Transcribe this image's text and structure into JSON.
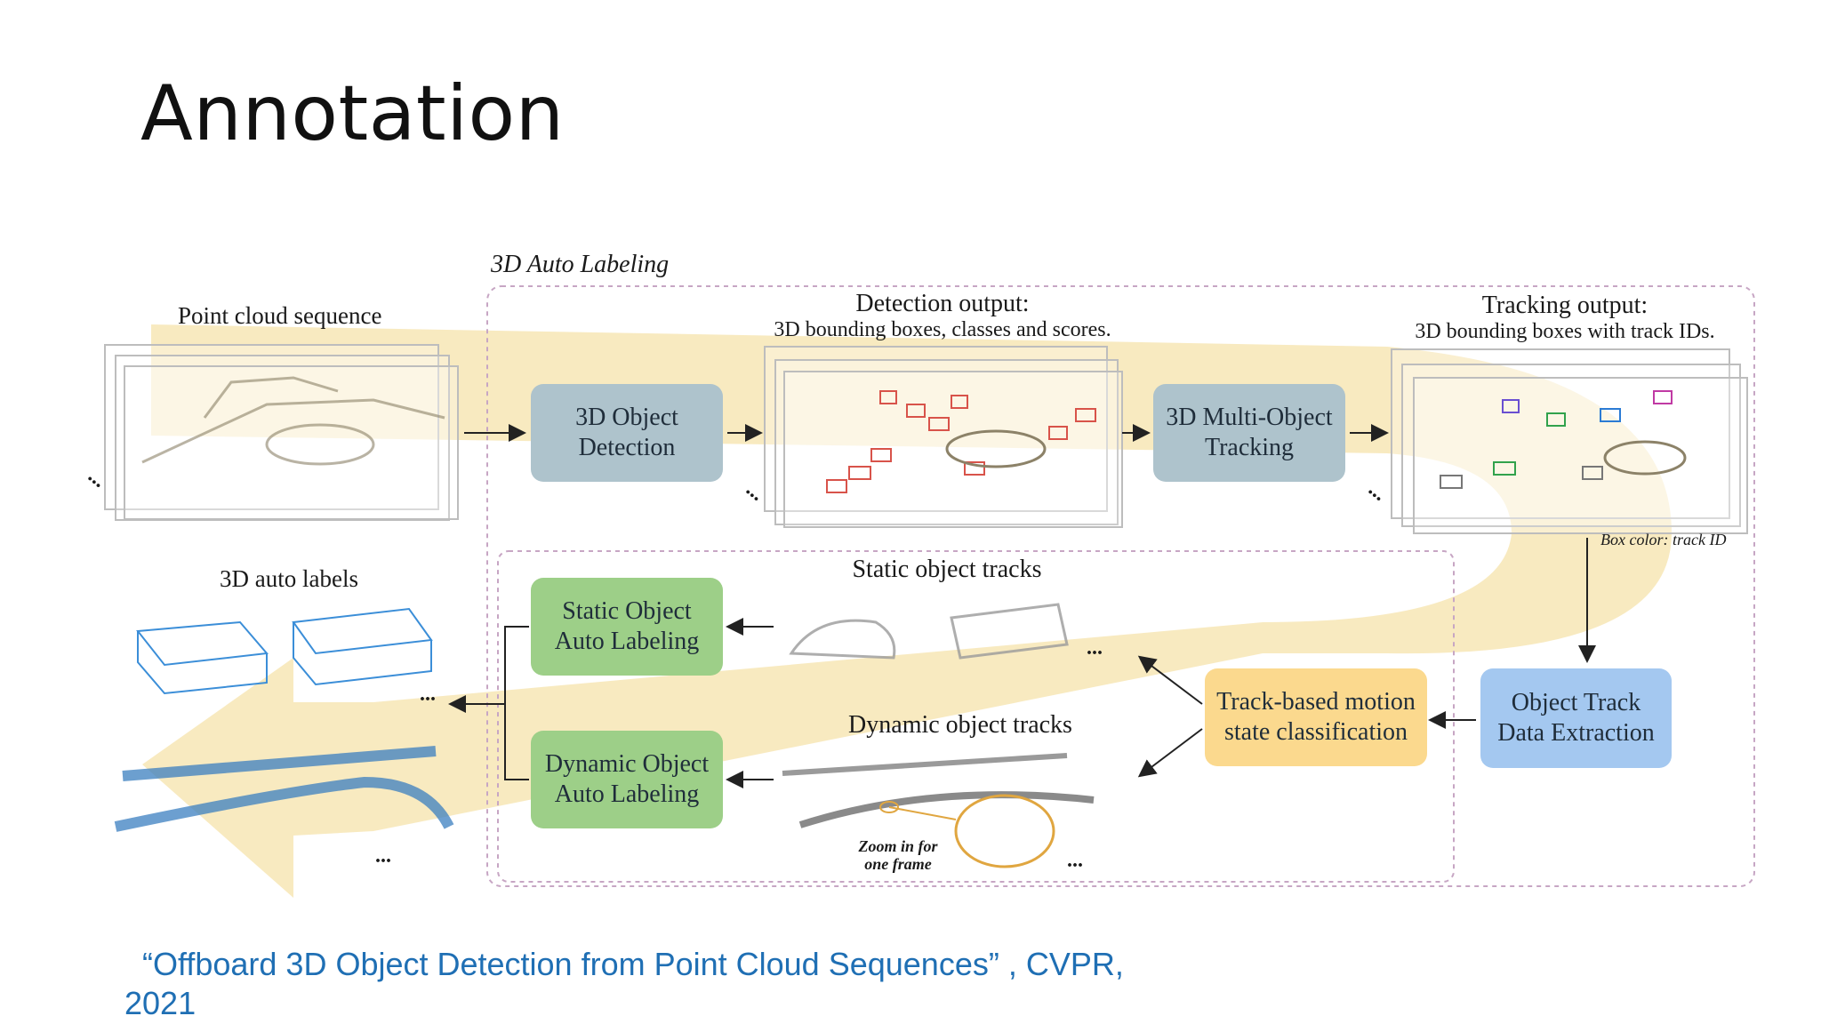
{
  "slide": {
    "title": "Annotation"
  },
  "diagram": {
    "group_label": "3D Auto Labeling",
    "point_cloud_label": "Point cloud sequence",
    "detection_output_title": "Detection output:",
    "detection_output_sub": "3D bounding boxes, classes and scores.",
    "tracking_output_title": "Tracking output:",
    "tracking_output_sub": "3D bounding boxes with track IDs.",
    "box_color_note": "Box color: track ID",
    "static_tracks_label": "Static object tracks",
    "dynamic_tracks_label": "Dynamic object tracks",
    "auto_labels_label": "3D auto labels",
    "zoom_note_1": "Zoom in for",
    "zoom_note_2": "one frame",
    "ellipsis": "...",
    "boxes": {
      "detection": [
        "3D Object",
        "Detection"
      ],
      "tracking": [
        "3D Multi-Object",
        "Tracking"
      ],
      "extraction": [
        "Object Track",
        "Data Extraction"
      ],
      "motion": [
        "Track-based motion",
        "state classification"
      ],
      "static_label": [
        "Static Object",
        "Auto Labeling"
      ],
      "dynamic_label": [
        "Dynamic Object",
        "Auto Labeling"
      ]
    },
    "colors": {
      "blue_grey": "#aec3cc",
      "green": "#9dcf88",
      "yellow": "#fbd98e",
      "light_blue": "#a4c8f0",
      "flow_arrow": "#f7e3a6"
    }
  },
  "citation": {
    "line1": "“Offboard 3D Object Detection from Point Cloud Sequences” , CVPR,",
    "line2": "2021"
  }
}
